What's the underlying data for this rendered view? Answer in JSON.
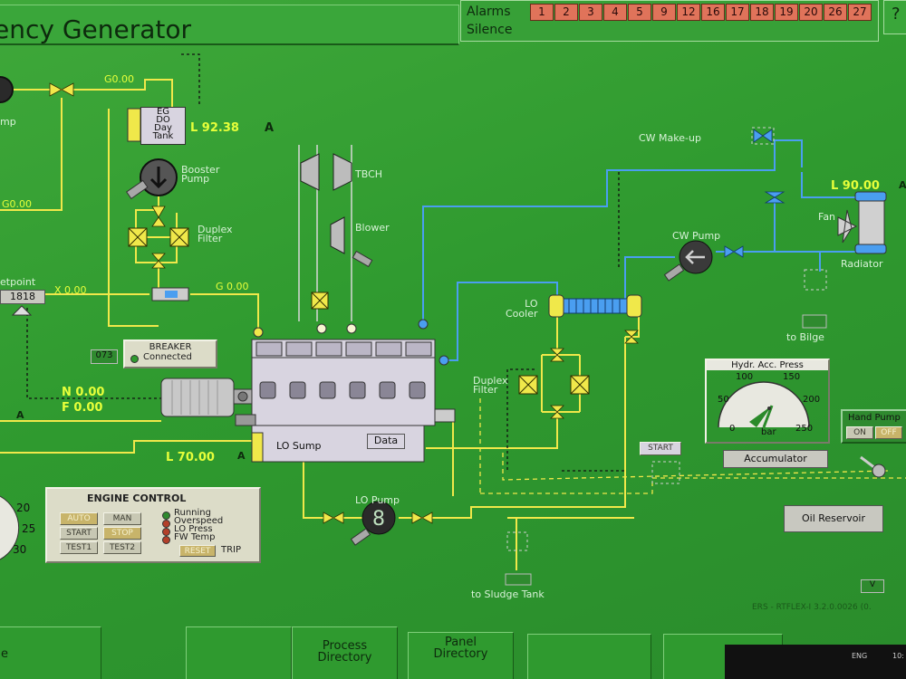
{
  "title": "ency Generator",
  "alarms": {
    "label": "Alarms",
    "silence_label": "Silence",
    "numbers": [
      "1",
      "2",
      "3",
      "4",
      "5",
      "9",
      "12",
      "16",
      "17",
      "18",
      "19",
      "20",
      "26",
      "27"
    ]
  },
  "help_symbol": "?",
  "fuel": {
    "pump_label": "mp",
    "flow_top": "G0.00",
    "flow_left": "G0.00",
    "tank_lines": [
      "EG",
      "DO",
      "Day",
      "Tank"
    ],
    "tank_level": "L 92.38",
    "tank_mode": "A",
    "booster_pump": [
      "Booster",
      "Pump"
    ],
    "duplex_filter": [
      "Duplex",
      "Filter"
    ],
    "setpoint_label": "etpoint",
    "setpoint_value": "1818",
    "rack_x": "X 0.00",
    "rack_g": "G 0.00"
  },
  "turbo": {
    "tbch": "TBCH",
    "blower": "Blower"
  },
  "breaker": {
    "id": "073",
    "label": "BREAKER",
    "status": "Connected"
  },
  "generator": {
    "n": "N 0.00",
    "f": "F 0.00",
    "mode": "A"
  },
  "lo_sump": {
    "label": "LO Sump",
    "level": "L 70.00",
    "mode": "A",
    "data_button": "Data"
  },
  "lo_pump": "LO Pump",
  "lo_cooler": [
    "LO",
    "Cooler"
  ],
  "lo_duplex_filter": [
    "Duplex",
    "Filter"
  ],
  "cooling": {
    "makeup": "CW Make-up",
    "level": "L 90.00",
    "mode": "A",
    "fan": "Fan",
    "radiator": "Radiator",
    "cw_pump": "CW Pump",
    "to_bilge": "to Bilge"
  },
  "hydraulic": {
    "title": "Hydr. Acc. Press",
    "ticks": [
      "0",
      "50",
      "100",
      "150",
      "200",
      "250"
    ],
    "unit": "bar",
    "start_button": "START",
    "accumulator": "Accumulator",
    "hand_pump_label": "Hand Pump",
    "on": "ON",
    "off": "OFF",
    "oil_reservoir": "Oil Reservoir"
  },
  "to_sludge": "to Sludge Tank",
  "left_gauge_ticks": [
    "20",
    "25",
    "30"
  ],
  "engine_control": {
    "title": "ENGINE CONTROL",
    "buttons": {
      "auto": "AUTO",
      "man": "MAN",
      "start": "START",
      "stop": "STOP",
      "test1": "TEST1",
      "test2": "TEST2",
      "reset": "RESET"
    },
    "trip": "TRIP",
    "indicators": [
      "Running",
      "Overspeed",
      "LO Press",
      "FW Temp"
    ],
    "colors": {
      "green": "#2f8a2f",
      "red": "#b3402a"
    }
  },
  "version": "ERS - RTFLEX-I 3.2.0.0026 (0.",
  "small_v": "V",
  "nav": {
    "process": [
      "Process",
      "Directory"
    ],
    "panel": [
      "Panel",
      "Directory"
    ],
    "left": "e"
  },
  "taskbar": {
    "lang": "ENG",
    "time": "10:"
  }
}
